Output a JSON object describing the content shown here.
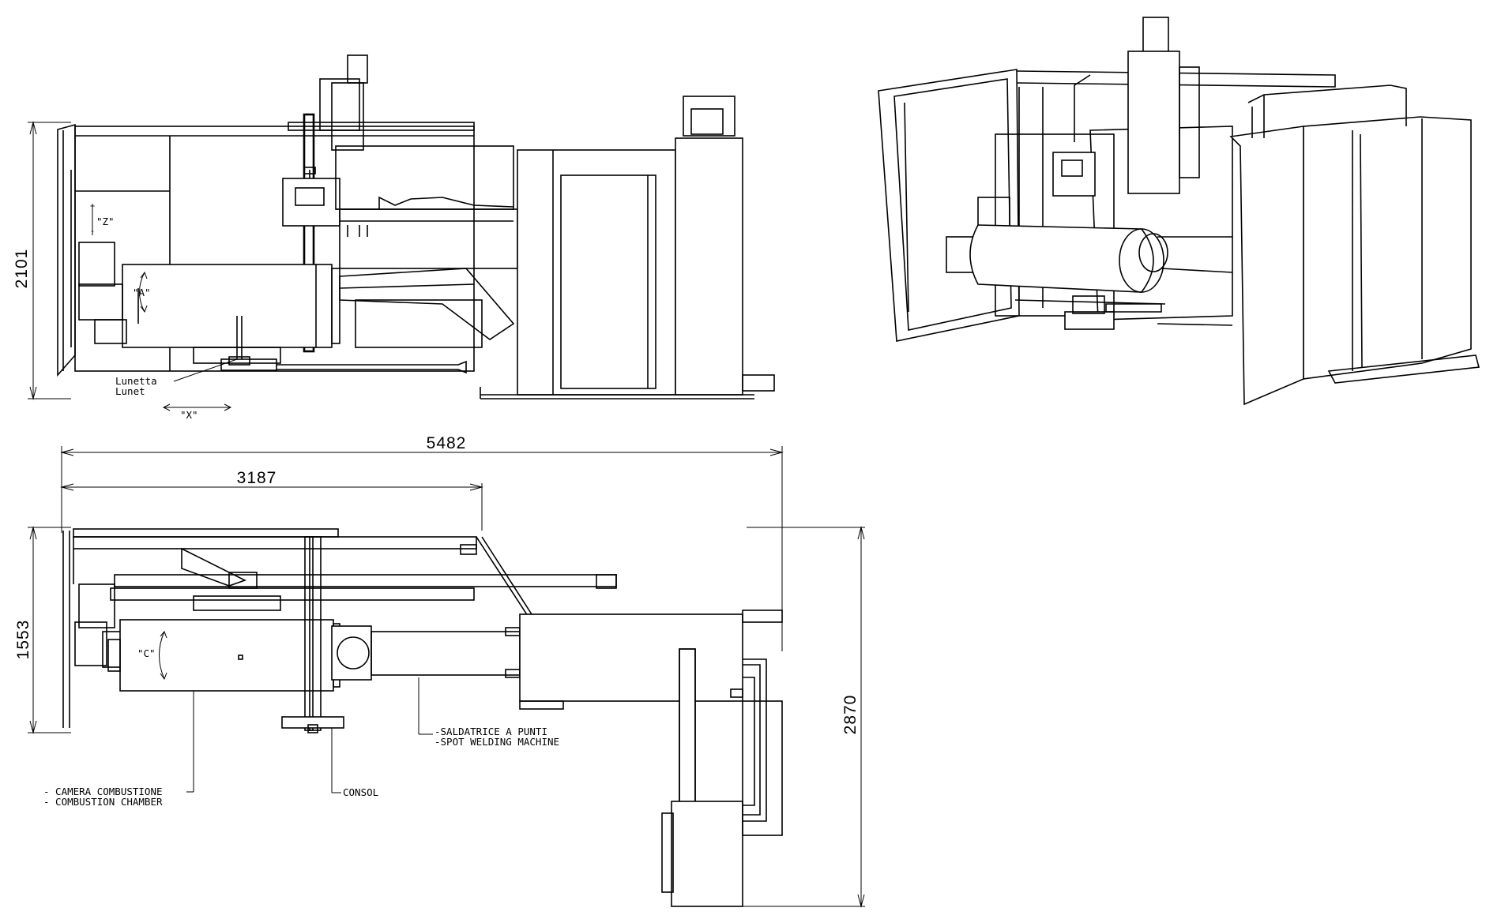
{
  "views": {
    "side": {
      "dim_height": "2101",
      "axis_z": "\"Z\"",
      "axis_a": "\"A\"",
      "axis_x": "\"X\"",
      "lunetta_it": "Lunetta",
      "lunetta_en": "Lunet"
    },
    "top": {
      "dim_total_length": "5482",
      "dim_partial_length": "3187",
      "dim_depth": "1553",
      "dim_total_depth": "2870",
      "axis_c": "\"C\"",
      "welder_it": "-SALDATRICE A PUNTI",
      "welder_en": "-SPOT WELDING MACHINE",
      "chamber_it": "- CAMERA COMBUSTIONE",
      "chamber_en": "- COMBUSTION CHAMBER",
      "console": "CONSOL"
    }
  }
}
